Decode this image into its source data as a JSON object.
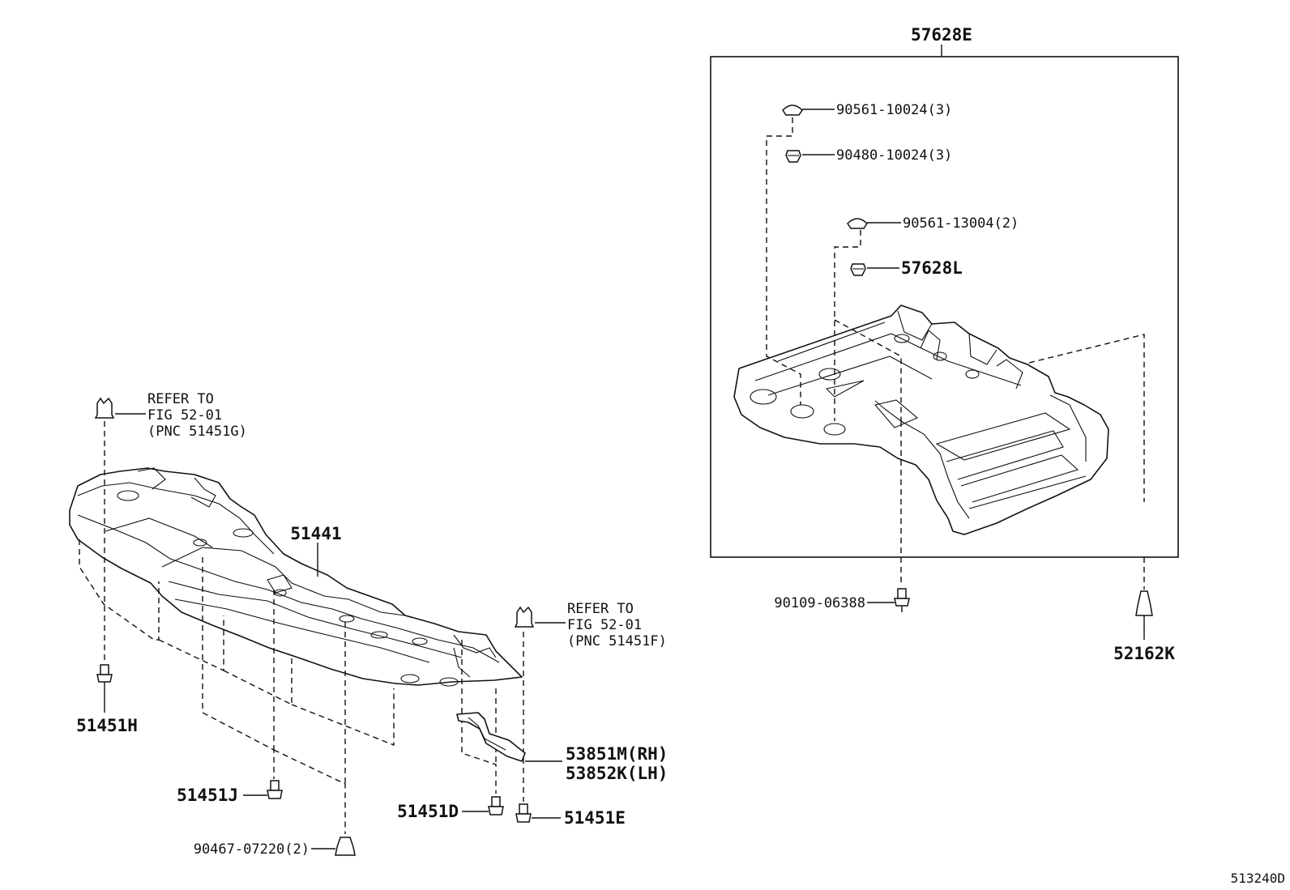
{
  "diagram": {
    "assembly_label": "57628E",
    "figure_code": "513240D",
    "parts": [
      {
        "id": "51441",
        "label": "51441"
      },
      {
        "id": "51451H",
        "label": "51451H"
      },
      {
        "id": "51451J",
        "label": "51451J"
      },
      {
        "id": "90467",
        "label": "90467-07220(2)"
      },
      {
        "id": "51451D",
        "label": "51451D"
      },
      {
        "id": "51451E",
        "label": "51451E"
      },
      {
        "id": "53851M",
        "label": "53851M(RH)"
      },
      {
        "id": "53852K",
        "label": "53852K(LH)"
      },
      {
        "id": "90561a",
        "label": "90561-10024(3)"
      },
      {
        "id": "90480",
        "label": "90480-10024(3)"
      },
      {
        "id": "90561b",
        "label": "90561-13004(2)"
      },
      {
        "id": "57628L",
        "label": "57628L"
      },
      {
        "id": "90109",
        "label": "90109-06388"
      },
      {
        "id": "52162K",
        "label": "52162K"
      }
    ],
    "refer_left": {
      "line1": "REFER TO",
      "line2": "FIG 52-01",
      "line3": "(PNC 51451G)"
    },
    "refer_right": {
      "line1": "REFER TO",
      "line2": "FIG 52-01",
      "line3": "(PNC 51451F)"
    }
  }
}
